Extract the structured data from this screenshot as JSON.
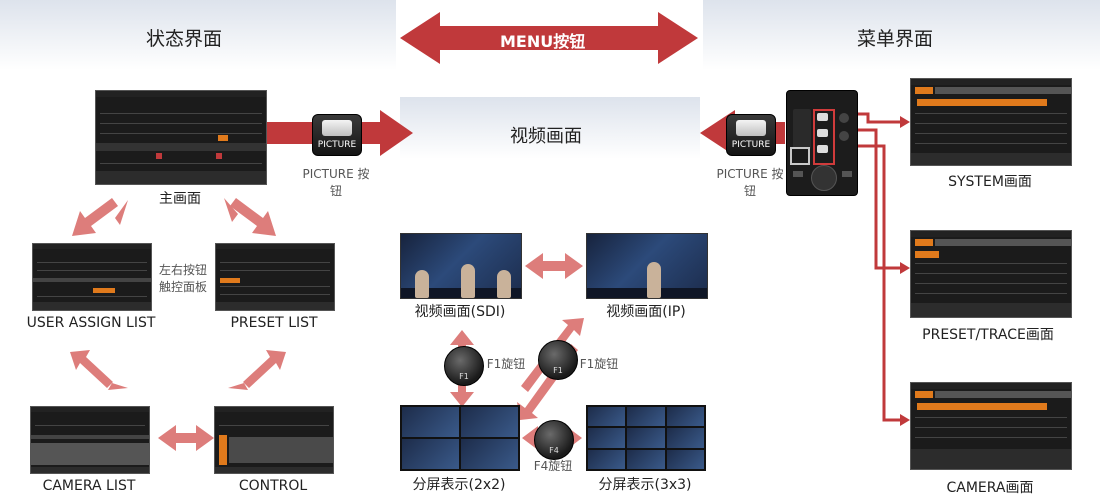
{
  "headers": {
    "status": "状态界面",
    "menu_button": "MENU按钮",
    "menu": "菜单界面",
    "video": "视频画面"
  },
  "labels": {
    "main": "主画面",
    "picture_left": "PICTURE 按钮",
    "picture_right": "PICTURE 按钮",
    "touch_note": "左右按钮 触控面板",
    "user_assign": "USER ASSIGN LIST",
    "preset_list": "PRESET LIST",
    "camera_list": "CAMERA LIST",
    "control": "CONTROL",
    "sdi": "视频画面(SDI)",
    "ip": "视频画面(IP)",
    "f1_left": "F1旋钮",
    "f1_right": "F1旋钮",
    "f4": "F4旋钮",
    "split2": "分屏表示(2x2)",
    "split3": "分屏表示(3x3)",
    "system": "SYSTEM画面",
    "preset_trace": "PRESET/TRACE画面",
    "camera_menu": "CAMERA画面"
  },
  "button_text": {
    "picture": "PICTURE"
  },
  "knob_text": {
    "f1": "F1",
    "f4": "F4"
  },
  "colors": {
    "arrow": "#c0393b",
    "arrow_light": "#dd7d7b",
    "orange": "#e07a1c",
    "band": "#dde3ec"
  }
}
